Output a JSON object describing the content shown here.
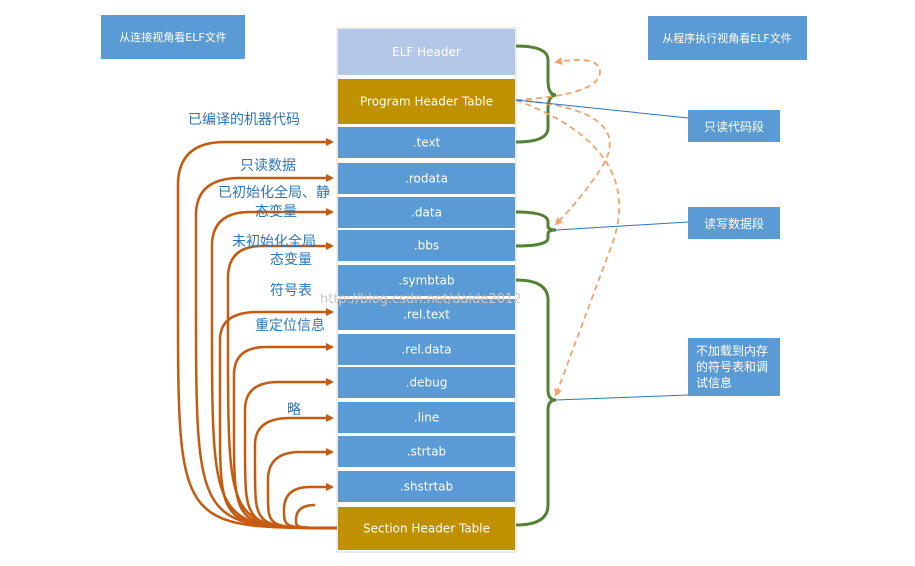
{
  "title_boxes": {
    "left": "从连接视角看ELF文件",
    "right": "从程序执行视角看ELF文件"
  },
  "sections": [
    {
      "label": "ELF Header",
      "kind": "header"
    },
    {
      "label": "Program Header Table",
      "kind": "table"
    },
    {
      "label": ".text",
      "kind": "section"
    },
    {
      "label": ".rodata",
      "kind": "section"
    },
    {
      "label": ".data",
      "kind": "section"
    },
    {
      "label": ".bbs",
      "kind": "section"
    },
    {
      "label": ".symbtab",
      "kind": "section"
    },
    {
      "label": ".rel.text",
      "kind": "section"
    },
    {
      "label": ".rel.data",
      "kind": "section"
    },
    {
      "label": ".debug",
      "kind": "section"
    },
    {
      "label": ".line",
      "kind": "section"
    },
    {
      "label": ".strtab",
      "kind": "section"
    },
    {
      "label": ".shstrtab",
      "kind": "section"
    },
    {
      "label": "Section Header Table",
      "kind": "table"
    }
  ],
  "left_labels": {
    "compiled_code": "已编译的机器代码",
    "readonly_data": "只读数据",
    "init_global_1": "已初始化全局、静",
    "init_global_2": "态变量",
    "uninit_global_1": "未初始化全局",
    "uninit_global_2": "态变量",
    "symbol_table": "符号表",
    "relocation": "重定位信息",
    "omitted": "略"
  },
  "callouts": {
    "readonly_segment": "只读代码段",
    "rw_segment": "读写数据段",
    "not_loaded_1": "不加载到内存",
    "not_loaded_2": "的符号表和调",
    "not_loaded_3": "试信息"
  },
  "watermark": "http://blog.csdn.net/daide2012",
  "colors": {
    "header_fill": "#b4c7e7",
    "table_fill": "#bf9000",
    "section_fill": "#5b9bd5",
    "box_border": "#2e75b6",
    "arrow": "#c55a11",
    "brace": "#538135",
    "label_text": "#2e75b6",
    "callout_fill": "#5b9bd5"
  }
}
